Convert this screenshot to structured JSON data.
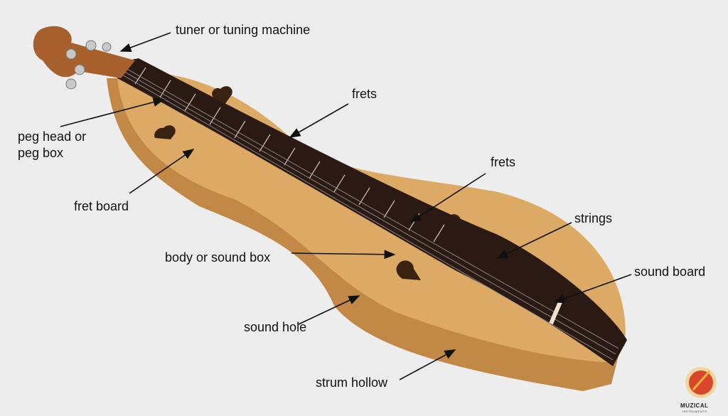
{
  "labels": {
    "tuner": "tuner or tuning machine",
    "frets_upper": "frets",
    "peg_head_line1": "peg head or",
    "peg_head_line2": "peg box",
    "fret_board": "fret board",
    "frets_lower": "frets",
    "strings": "strings",
    "body": "body or sound box",
    "sound_board": "sound board",
    "sound_hole": "sound hole",
    "strum_hollow": "strum hollow"
  },
  "logo": {
    "name": "MUZICAL",
    "sub": "INSTRUMENTS"
  },
  "colors": {
    "background": "#ededed",
    "wood": "#d9a55e",
    "wood_side": "#c28845",
    "fretboard": "#2b1a14",
    "label": "#111111"
  }
}
